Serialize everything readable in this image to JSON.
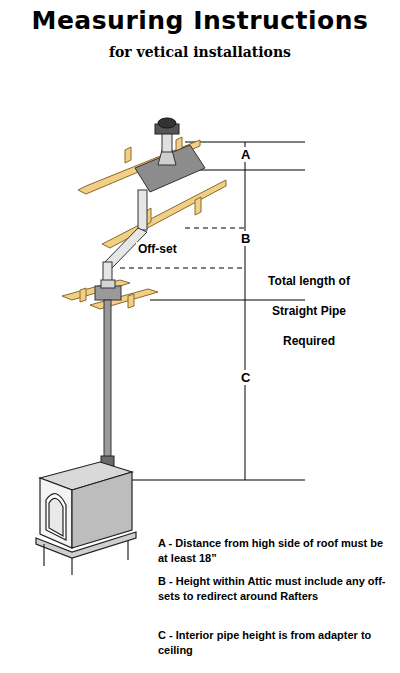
{
  "diagram": {
    "title": "Measuring Instructions",
    "labels": [
      "for vetical installations",
      "A",
      "B",
      "Off-set",
      "Total length of Straight Pipe Required",
      "C",
      "A - Distance from high side of roof must be at least 18”",
      "B - Height within Attic must include any off-sets to redirect around Rafters",
      "C - Interior pipe height is from adapter to ceiling"
    ]
  }
}
